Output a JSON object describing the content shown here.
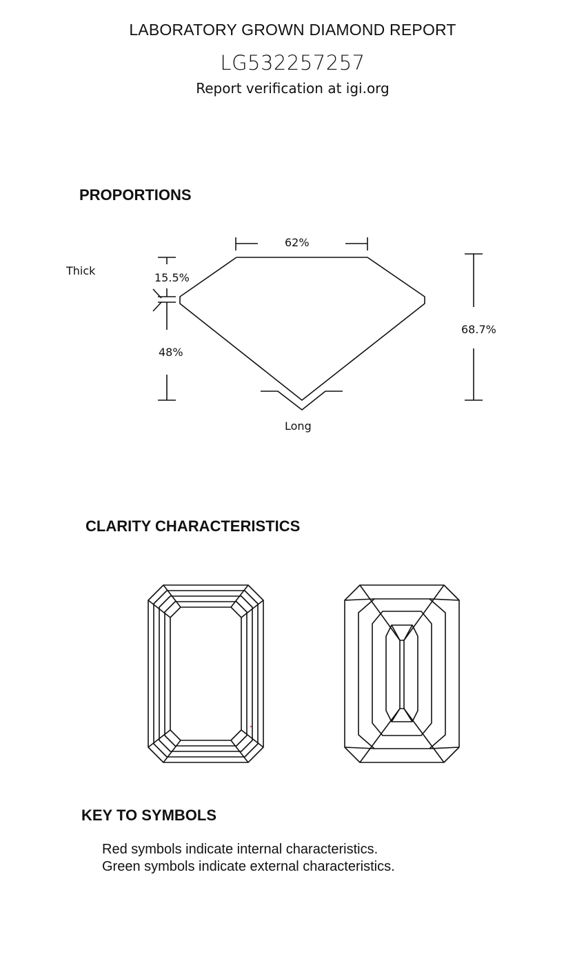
{
  "header": {
    "title": "LABORATORY GROWN DIAMOND REPORT",
    "report_number": "LG532257257",
    "verification": "Report verification at igi.org"
  },
  "proportions": {
    "heading": "PROPORTIONS",
    "table": "62%",
    "crown_height": "15.5%",
    "pavilion_depth": "48%",
    "total_depth": "68.7%",
    "girdle": "Thick",
    "culet": "Long"
  },
  "clarity": {
    "heading": "CLARITY CHARACTERISTICS"
  },
  "key": {
    "heading": "KEY TO SYMBOLS",
    "line1": "Red symbols indicate internal characteristics.",
    "line2": "Green symbols indicate external characteristics."
  },
  "colors": {
    "ink": "#111111",
    "internal_marker": "#d9534f"
  },
  "icons": [
    "proportions-diagram-icon",
    "emerald-crown-plot-icon",
    "emerald-pavilion-plot-icon"
  ]
}
